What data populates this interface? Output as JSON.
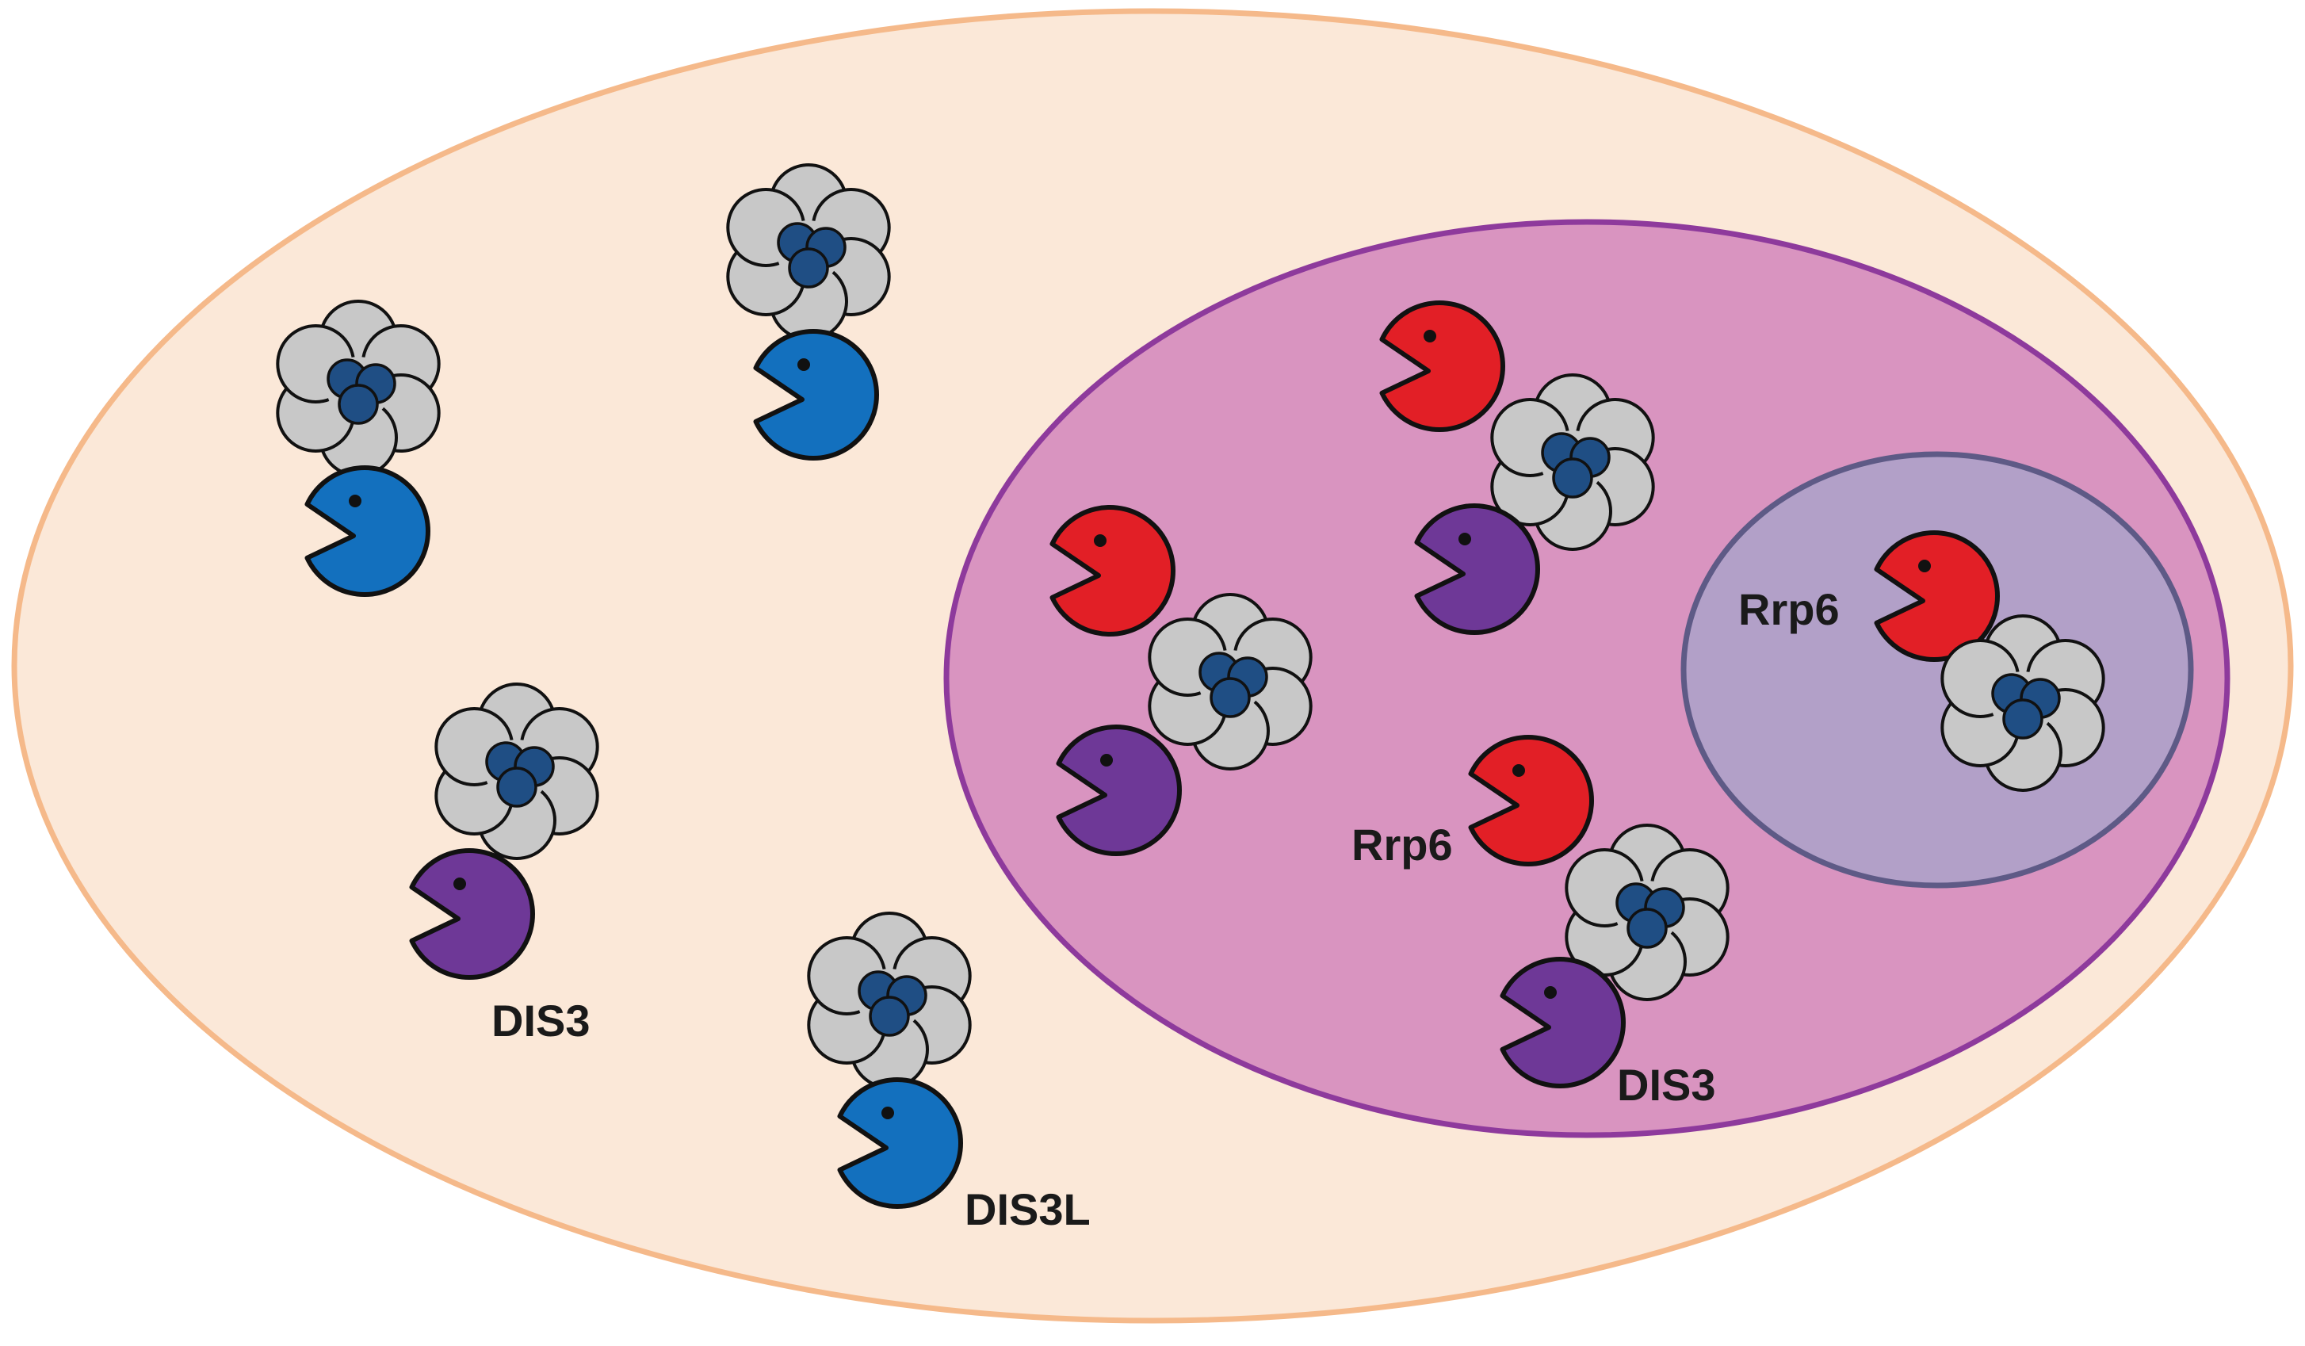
{
  "title": "",
  "colors": {
    "cytoplasm_fill": "#FBE8D8",
    "cytoplasm_stroke": "#F5B98A",
    "nucleus_fill": "#D994C0",
    "nucleus_stroke": "#8E3A9C",
    "nucleolus_fill": "#B2A0C8",
    "nucleolus_stroke": "#5E5A86",
    "ring_subunit": "#C8C8C8",
    "cap_subunit": "#1F4E84",
    "dis3l": "#1370BE",
    "dis3": "#6E3897",
    "rrp6": "#E21F26",
    "outline": "#111111"
  },
  "compartments": [
    {
      "name": "cytoplasm"
    },
    {
      "name": "nucleus"
    },
    {
      "name": "nucleolus"
    }
  ],
  "labels": {
    "dis3_cytoplasm": "DIS3",
    "dis3l_cytoplasm": "DIS3L",
    "rrp6_nucleus": "Rrp6",
    "dis3_nucleus": "DIS3",
    "rrp6_nucleolus": "Rrp6"
  },
  "complexes": [
    {
      "id": "cyto-1",
      "compartment": "cytoplasm",
      "subunits": [
        "dis3l"
      ]
    },
    {
      "id": "cyto-2",
      "compartment": "cytoplasm",
      "subunits": [
        "dis3l"
      ]
    },
    {
      "id": "cyto-3",
      "compartment": "cytoplasm",
      "subunits": [
        "dis3"
      ]
    },
    {
      "id": "cyto-4",
      "compartment": "cytoplasm",
      "subunits": [
        "dis3l"
      ]
    },
    {
      "id": "nuc-1",
      "compartment": "nucleus",
      "subunits": [
        "rrp6",
        "dis3"
      ]
    },
    {
      "id": "nuc-2",
      "compartment": "nucleus",
      "subunits": [
        "rrp6",
        "dis3"
      ]
    },
    {
      "id": "nuc-3",
      "compartment": "nucleus",
      "subunits": [
        "rrp6",
        "dis3"
      ]
    },
    {
      "id": "nucleolus-1",
      "compartment": "nucleolus",
      "subunits": [
        "rrp6"
      ]
    }
  ]
}
